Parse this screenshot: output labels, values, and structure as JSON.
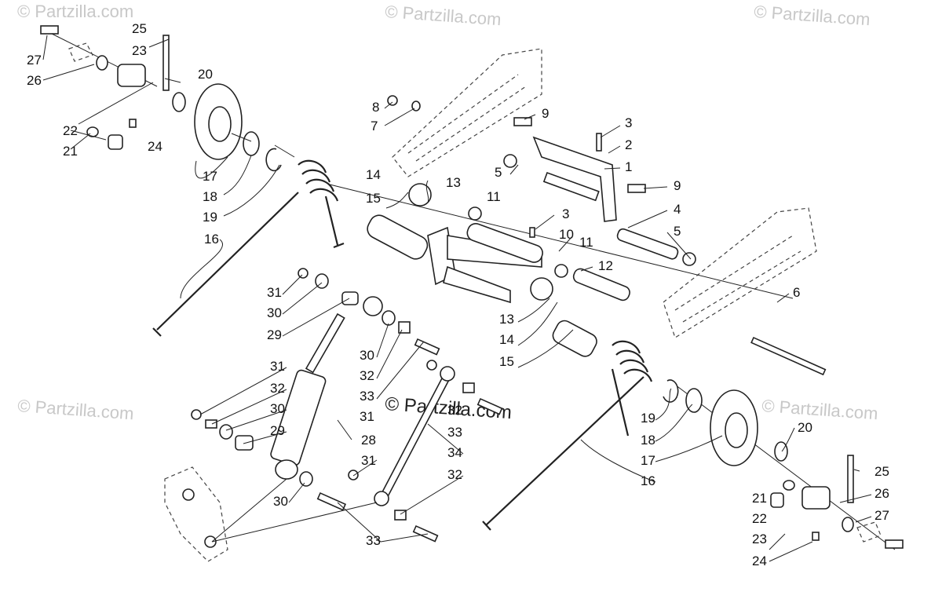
{
  "watermarks": [
    "© Partzilla.com",
    "© Partzilla.com",
    "© Partzilla.com",
    "© Partzilla.com",
    "© Partzilla.com"
  ],
  "center_watermark": "© Partzilla.com",
  "callouts": [
    "1",
    "2",
    "3",
    "3",
    "4",
    "5",
    "5",
    "6",
    "7",
    "8",
    "9",
    "9",
    "10",
    "11",
    "11",
    "12",
    "13",
    "13",
    "14",
    "14",
    "15",
    "15",
    "16",
    "16",
    "17",
    "17",
    "18",
    "18",
    "19",
    "19",
    "20",
    "20",
    "21",
    "21",
    "22",
    "22",
    "23",
    "23",
    "24",
    "24",
    "25",
    "25",
    "26",
    "26",
    "27",
    "27",
    "28",
    "29",
    "29",
    "30",
    "30",
    "30",
    "30",
    "31",
    "31",
    "31",
    "31",
    "31",
    "32",
    "32",
    "32",
    "32",
    "33",
    "33",
    "33",
    "33",
    "34"
  ],
  "colors": {
    "line": "#222222",
    "watermark": "#c8c8c8",
    "background": "#ffffff"
  }
}
